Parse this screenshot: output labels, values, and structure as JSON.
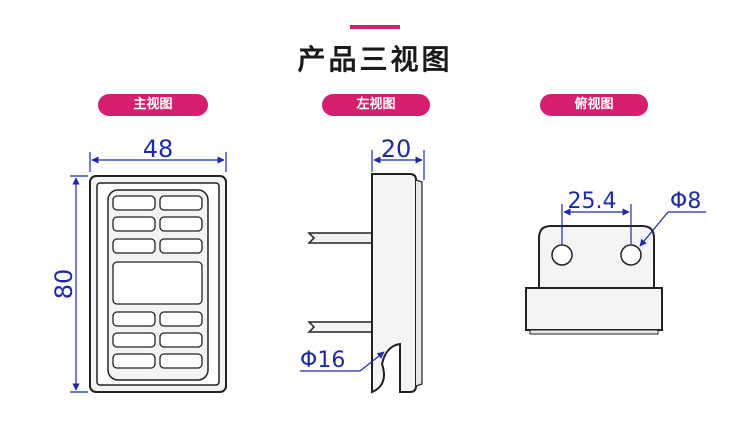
{
  "title": "产品三视图",
  "views": {
    "front": {
      "label": "主视图",
      "width_dim": "48",
      "height_dim": "80"
    },
    "left": {
      "label": "左视图",
      "depth_dim": "20",
      "hook_dim": "Φ16"
    },
    "top": {
      "label": "俯视图",
      "spacing_dim": "25.4",
      "hole_dim": "Φ8"
    }
  },
  "colors": {
    "accent": "#d6206f",
    "dimension": "#1f2aa0",
    "outline": "#222222"
  }
}
